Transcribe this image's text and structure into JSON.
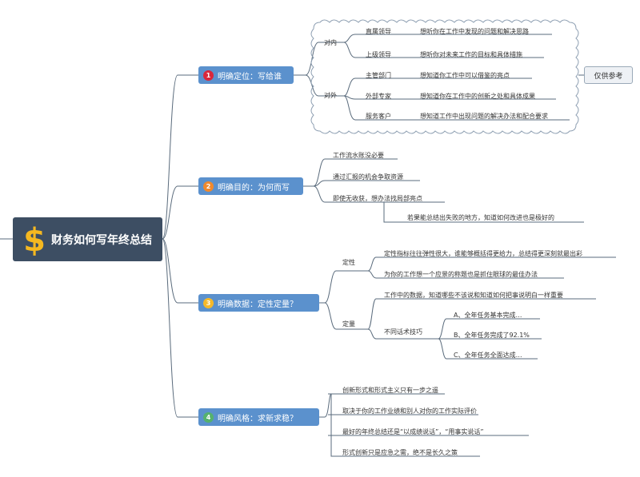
{
  "root": {
    "title": "财务如何写年终总结"
  },
  "branches": [
    {
      "num": "1",
      "label": "明确定位：写给谁",
      "num_color": "#d9273b"
    },
    {
      "num": "2",
      "label": "明确目的：为何而写",
      "num_color": "#f1892d"
    },
    {
      "num": "3",
      "label": "明确数据：定性定量？",
      "num_color": "#f6b929"
    },
    {
      "num": "4",
      "label": "明确风格：求新求稳？",
      "num_color": "#55b26d"
    }
  ],
  "b1": {
    "inner": "对内",
    "outer": "对外",
    "items": [
      {
        "who": "直属领导",
        "want": "想听你在工作中发现的问题和解决思路"
      },
      {
        "who": "上级领导",
        "want": "想听你对未来工作的目标和具体措施"
      },
      {
        "who": "主管部门",
        "want": "想知道你工作中可以借鉴的亮点"
      },
      {
        "who": "外部专家",
        "want": "想知道你在工作中的创新之处和具体成果"
      },
      {
        "who": "服务客户",
        "want": "想知道工作中出现问题的解决办法和配合要求"
      }
    ],
    "tag": "仅供参考"
  },
  "b2": {
    "items": [
      "工作流水账没必要",
      "通过汇报的机会争取资源",
      "即使无收获，想办法找局部亮点"
    ],
    "sub": "若果能总结出失败的地方，知道如何改进也是极好的"
  },
  "b3": {
    "qual": "定性",
    "quant": "定量",
    "qual_items": [
      "定性指标往往弹性很大，谁能够概括得更给力，总结得更深刻就最出彩",
      "为你的工作想一个应景的称题也是抓住眼球的最佳办法"
    ],
    "quant_item": "工作中的数据，知道哪些不该说和知道如何把事说明白一样重要",
    "skill": "不同话术技巧",
    "skill_items": [
      "A、全年任务基本完成…",
      "B、全年任务完成了92.1%",
      "C、全年任务全面达成…"
    ]
  },
  "b4": {
    "items": [
      "创新形式和形式主义只有一步之遥",
      "取决于你的工作业绩和别人对你的工作实际评价",
      "最好的年终总结还是“以成绩说话”，“用事实说话”",
      "形式创新只是应急之需，绝不是长久之策"
    ]
  },
  "colors": {
    "root": "#3d4e63",
    "branch": "#5b91cd",
    "line": "#5a6b7c",
    "dollar": "#f5b820"
  }
}
